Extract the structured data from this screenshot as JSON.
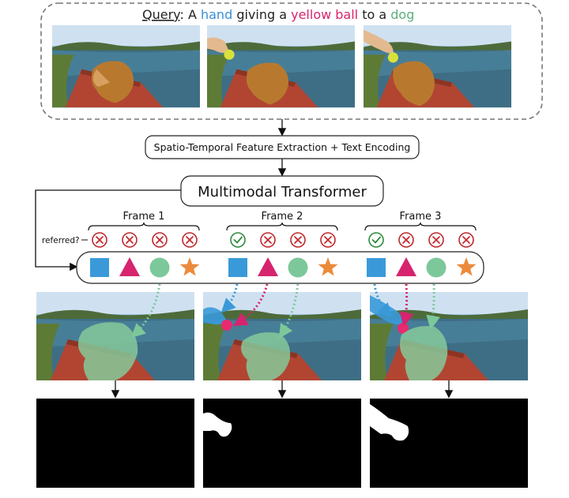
{
  "query": {
    "label": "Query",
    "colon": ":",
    "segments": [
      {
        "text": " A ",
        "color": "#222222"
      },
      {
        "text": "hand",
        "color": "#3a8fd4"
      },
      {
        "text": " giving a ",
        "color": "#222222"
      },
      {
        "text": "yellow ball",
        "color": "#d6246e"
      },
      {
        "text": " to a ",
        "color": "#222222"
      },
      {
        "text": "dog",
        "color": "#5cae7a"
      }
    ]
  },
  "pipeline": {
    "feature_box": "Spatio-Temporal Feature Extraction + Text Encoding",
    "transformer_box": "Multimodal Transformer"
  },
  "frames": [
    {
      "label": "Frame 1",
      "referred": [
        false,
        false,
        false,
        false
      ]
    },
    {
      "label": "Frame 2",
      "referred": [
        true,
        false,
        false,
        false
      ]
    },
    {
      "label": "Frame 3",
      "referred": [
        true,
        false,
        false,
        false
      ]
    }
  ],
  "referred_label": "referred?",
  "query_shapes": [
    {
      "icon": "square-icon",
      "color": "#3a9ad9"
    },
    {
      "icon": "triangle-icon",
      "color": "#d6246e"
    },
    {
      "icon": "circle-icon",
      "color": "#7cc89a"
    },
    {
      "icon": "star-icon",
      "color": "#ec8a3a"
    }
  ],
  "colors": {
    "check": "#2e8b3e",
    "cross": "#c0282e",
    "sky": "#a9c9e6",
    "water": "#3f6f86",
    "grass": "#5e7a3a",
    "dock": "#b5452f",
    "dog": "#b8792f",
    "dog_mask": "#86c99a",
    "hand": "#3a9ad9",
    "ball": "#e82a6e",
    "tennis_ball": "#d9e23a"
  }
}
